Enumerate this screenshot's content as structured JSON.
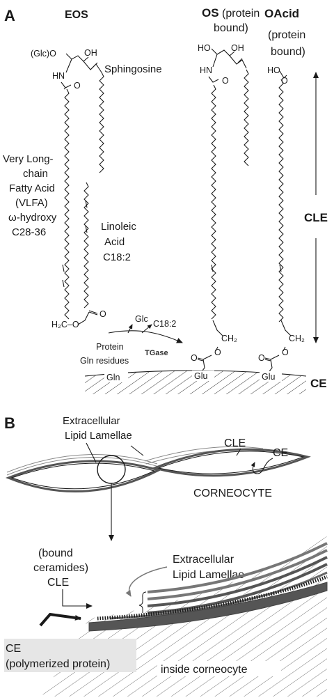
{
  "panel_a": {
    "letter": "A",
    "eos": {
      "title": "EOS",
      "glc_o": "(Glc)O",
      "oh": "OH",
      "hn": "HN",
      "o": "O",
      "sphingosine": "Sphingosine",
      "vlfa_lines": [
        "Very Long-",
        "chain",
        "Fatty Acid",
        "(VLFA)",
        "ω-hydroxy",
        "C28-36"
      ],
      "linoleic_lines": [
        "Linoleic",
        "Acid",
        "C18:2"
      ],
      "h2c_o": "H₂C–O",
      "ester_o": "O"
    },
    "os": {
      "title": "OS",
      "title_rest": " (protein",
      "title_line2": "bound)",
      "ho": "HO",
      "oh": "OH",
      "hn": "HN",
      "o": "O",
      "ch2": "CH₂",
      "o2": "O",
      "o3": "O"
    },
    "oacid": {
      "title": "OAcid",
      "title_line2": "(protein",
      "title_line3": "bound)",
      "ho": "HO",
      "o": "O",
      "ch2": "CH₂",
      "o2": "O",
      "o3": "O"
    },
    "reaction": {
      "glc": "Glc",
      "c182": "C18:2",
      "protein": "Protein",
      "gln_residues": "Gln residues",
      "tgase": "TGase"
    },
    "surface": {
      "gln": "Gln",
      "glu1": "Glu",
      "glu2": "Glu",
      "ce": "CE"
    },
    "cle": "CLE"
  },
  "panel_b": {
    "letter": "B",
    "ell_lines": [
      "Extracellular",
      "Lipid Lamellae"
    ],
    "cle_top": "CLE",
    "ce_top": "CE",
    "corneocyte": "CORNEOCYTE",
    "bound_lines": [
      "(bound",
      "ceramides)",
      "CLE"
    ],
    "ell2_lines": [
      "Extracellular",
      "Lipid Lamellae"
    ],
    "ce_bottom_lines": [
      "CE",
      "(polymerized protein)"
    ],
    "inside": "inside corneocyte"
  }
}
